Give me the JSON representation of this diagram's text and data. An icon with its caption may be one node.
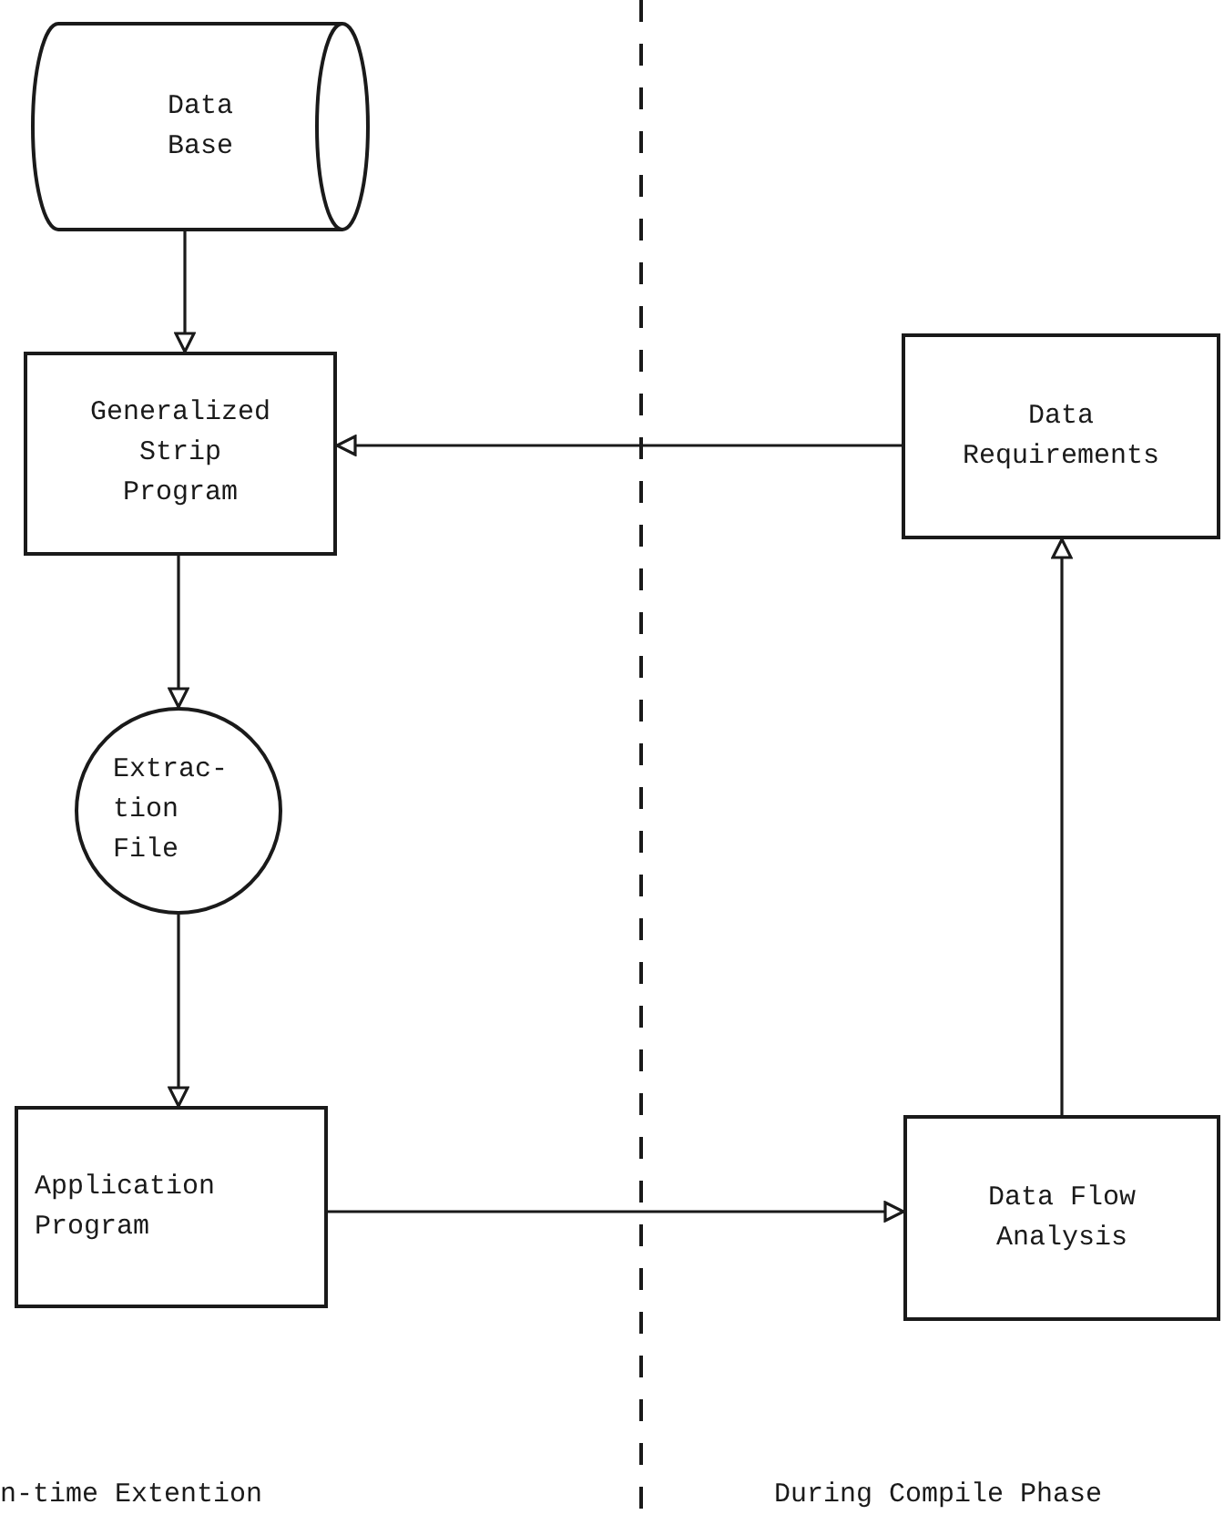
{
  "diagram": {
    "nodes": [
      {
        "text": [
          "Data Base"
        ]
      },
      {
        "text": [
          "Generalized Strip Program"
        ]
      },
      {
        "text": [
          "Data Requirements"
        ]
      },
      {
        "text": [
          "Extrac- tion File"
        ]
      },
      {
        "text": [
          "Application Program"
        ]
      },
      {
        "text": [
          "Data Flow Analysis"
        ]
      }
    ],
    "edges": [
      {
        "from": 0,
        "to": 1,
        "arrow": "to"
      },
      {
        "from": 2,
        "to": 1,
        "arrow": "to"
      },
      {
        "from": 1,
        "to": 3,
        "arrow": "to"
      },
      {
        "from": 3,
        "to": 4,
        "arrow": "to"
      },
      {
        "from": 4,
        "to": 5,
        "arrow": "to"
      },
      {
        "from": 5,
        "to": 2,
        "arrow": "to"
      }
    ],
    "labels": [
      "n-time Extention",
      "During Compile Phase"
    ]
  }
}
